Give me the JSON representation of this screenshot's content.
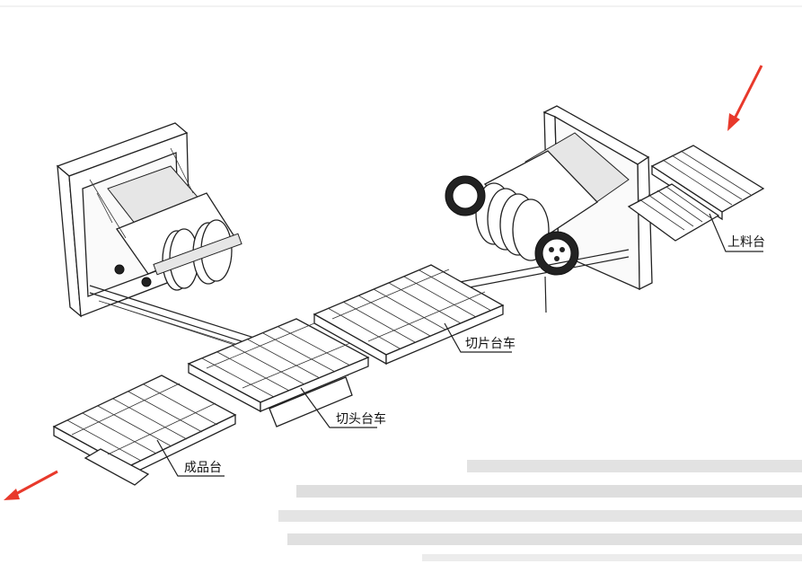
{
  "labels": {
    "loading_table": "上料台",
    "slicing_cart": "切片台车",
    "head_cutting_cart": "切头台车",
    "finished_table": "成品台"
  },
  "colors": {
    "arrow": "#e8392b",
    "line": "#222222",
    "background": "#ffffff"
  },
  "icons": {
    "inflow_arrow": "arrow-down-left-icon",
    "outflow_arrow": "arrow-down-left-icon"
  }
}
